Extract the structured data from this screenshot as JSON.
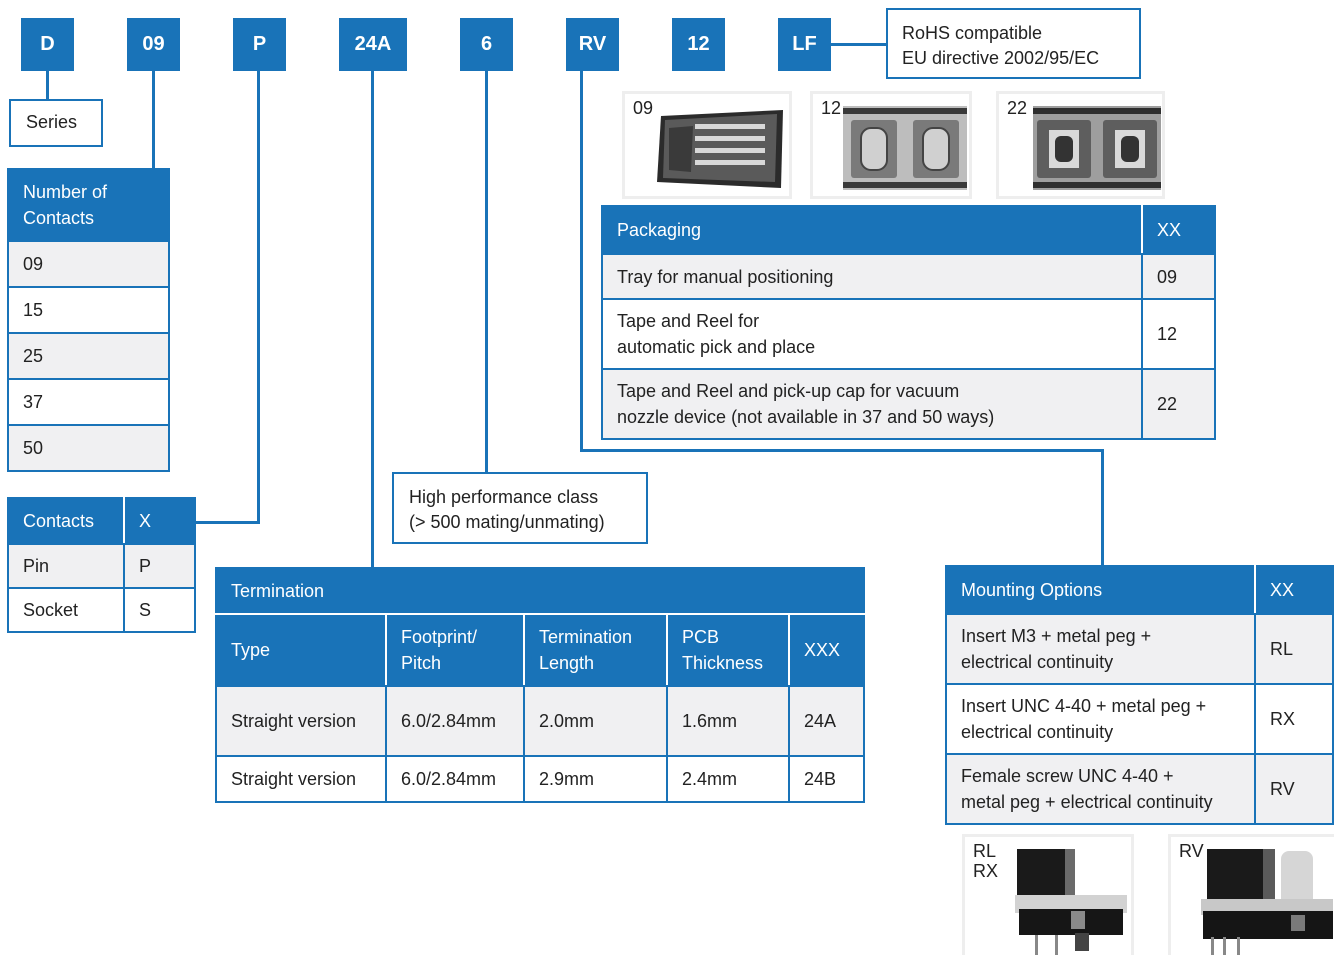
{
  "codes": [
    "D",
    "09",
    "P",
    "24A",
    "6",
    "RV",
    "12",
    "LF"
  ],
  "rohs": {
    "line1": "RoHS compatible",
    "line2": "EU directive 2002/95/EC"
  },
  "series": {
    "label": "Series"
  },
  "contacts_count": {
    "header_line1": "Number of",
    "header_line2": "Contacts",
    "rows": [
      "09",
      "15",
      "25",
      "37",
      "50"
    ]
  },
  "contacts_type": {
    "header": [
      "Contacts",
      "X"
    ],
    "rows": [
      [
        "Pin",
        "P"
      ],
      [
        "Socket",
        "S"
      ]
    ]
  },
  "performance": {
    "line1": "High performance class",
    "line2": "(> 500 mating/unmating)"
  },
  "termination": {
    "title": "Termination",
    "headers": {
      "type": "Type",
      "footprint_1": "Footprint/",
      "footprint_2": "Pitch",
      "length_1": "Termination",
      "length_2": "Length",
      "pcb_1": "PCB",
      "pcb_2": "Thickness",
      "code": "XXX"
    },
    "rows": [
      {
        "type": "Straight version",
        "footprint": "6.0/2.84mm",
        "length": "2.0mm",
        "pcb": "1.6mm",
        "code": "24A"
      },
      {
        "type": "Straight version",
        "footprint": "6.0/2.84mm",
        "length": "2.9mm",
        "pcb": "2.4mm",
        "code": "24B"
      }
    ]
  },
  "packaging_photos": [
    "09",
    "12",
    "22"
  ],
  "packaging": {
    "header": [
      "Packaging",
      "XX"
    ],
    "rows": [
      {
        "l1": "Tray for manual positioning",
        "l2": "",
        "code": "09"
      },
      {
        "l1": "Tape and Reel for",
        "l2": "automatic pick and place",
        "code": "12"
      },
      {
        "l1": "Tape and Reel and pick-up cap for vacuum",
        "l2": "nozzle device (not available in 37 and 50 ways)",
        "code": "22"
      }
    ]
  },
  "mounting": {
    "header": [
      "Mounting Options",
      "XX"
    ],
    "rows": [
      {
        "l1": "Insert M3 + metal peg +",
        "l2": "electrical continuity",
        "code": "RL"
      },
      {
        "l1": "Insert UNC 4-40 + metal peg +",
        "l2": "electrical continuity",
        "code": "RX"
      },
      {
        "l1": "Female screw UNC 4-40 +",
        "l2": "metal peg + electrical continuity",
        "code": "RV"
      }
    ]
  },
  "mount_photos": {
    "left_1": "RL",
    "left_2": "RX",
    "right": "RV"
  },
  "colors": {
    "accent": "#1973b8",
    "row_shade": "#f0f0f2"
  }
}
